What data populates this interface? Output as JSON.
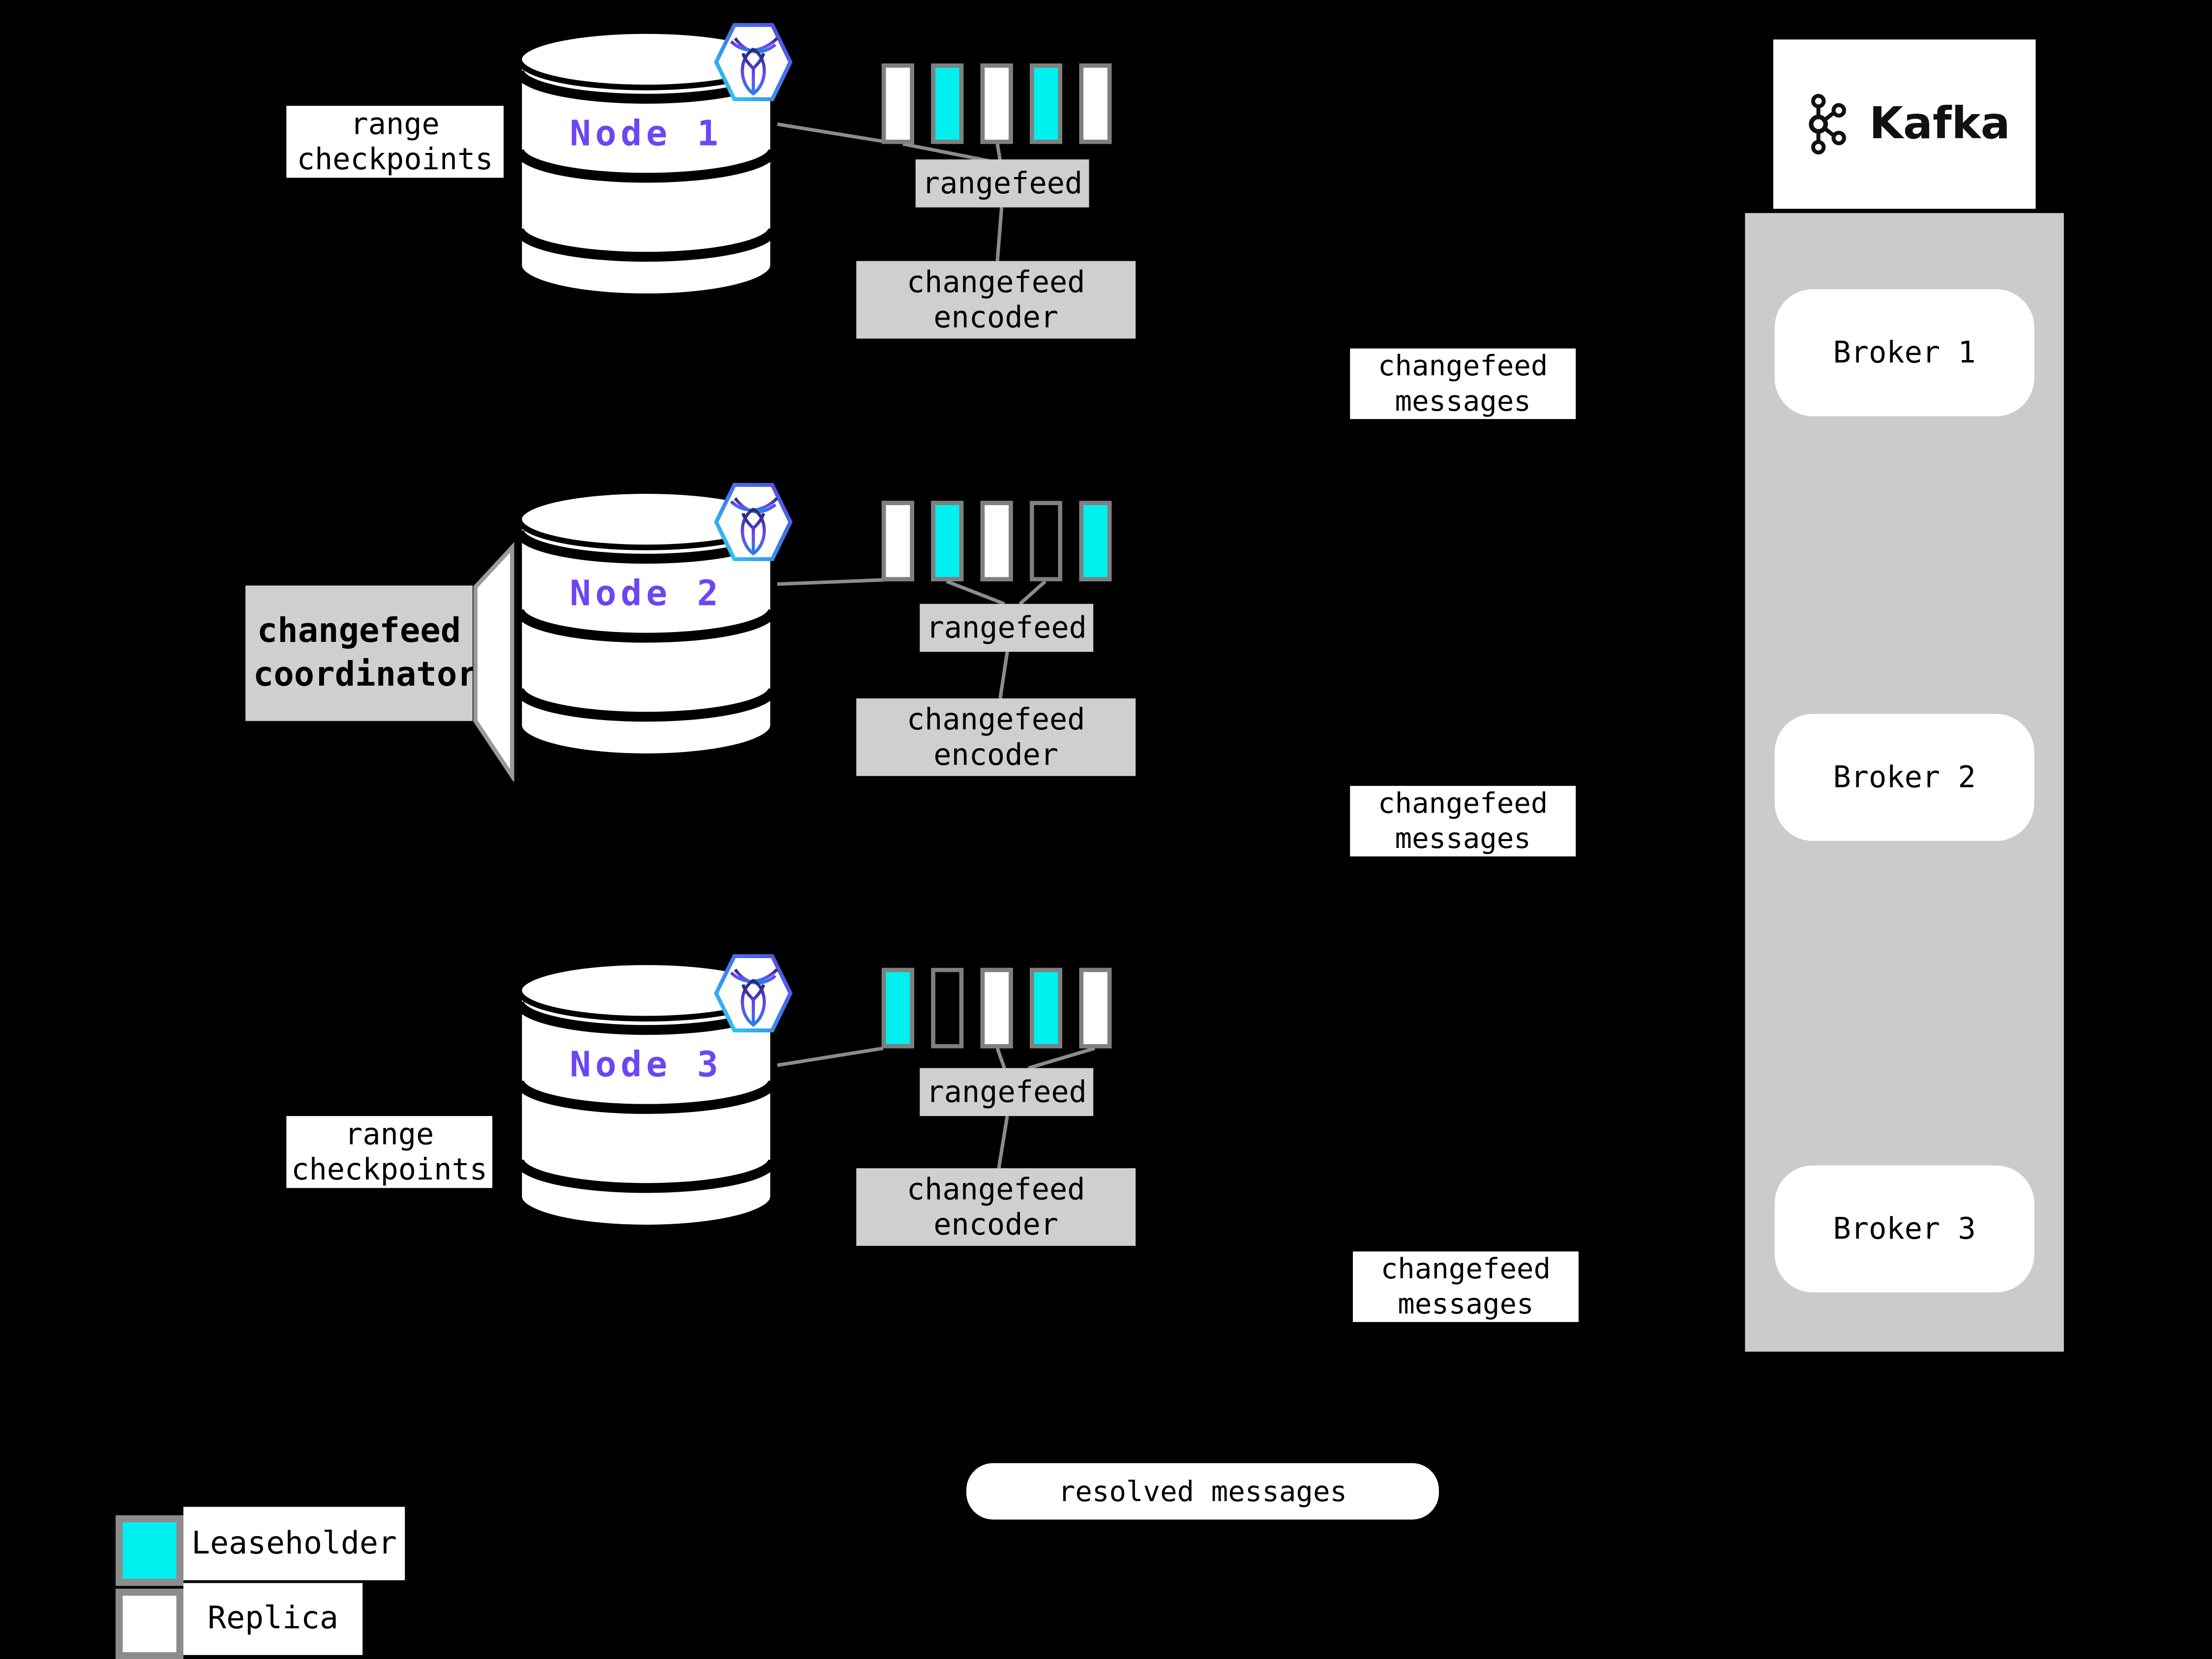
{
  "colors": {
    "background": "#000000",
    "leaseholder": "#00efef",
    "replica": "#ffffff",
    "empty_range": "#000000",
    "box_gray": "#cfcfcf",
    "kafka_container_gray": "#cbcbcb",
    "range_border_gray": "#7f7f7f",
    "connector_gray": "#8c8c8c",
    "node_label_purple": "#6b46f2"
  },
  "nodes": [
    {
      "name": "Node 1",
      "side_label": "range checkpoints",
      "rangefeed_label": "rangefeed",
      "encoder_label": "changefeed encoder",
      "messages_label": "changefeed messages",
      "ranges": [
        "replica",
        "leaseholder",
        "replica",
        "leaseholder",
        "replica"
      ]
    },
    {
      "name": "Node 2",
      "side_label": "changefeed coordinator",
      "rangefeed_label": "rangefeed",
      "encoder_label": "changefeed encoder",
      "messages_label": "changefeed messages",
      "ranges": [
        "replica",
        "leaseholder",
        "replica",
        "empty",
        "leaseholder"
      ]
    },
    {
      "name": "Node 3",
      "side_label": "range checkpoints",
      "rangefeed_label": "rangefeed",
      "encoder_label": "changefeed encoder",
      "messages_label": "changefeed messages",
      "ranges": [
        "leaseholder",
        "empty",
        "replica",
        "leaseholder",
        "replica"
      ]
    }
  ],
  "kafka": {
    "title": "Kafka",
    "brokers": [
      {
        "label": "Broker 1"
      },
      {
        "label": "Broker 2"
      },
      {
        "label": "Broker 3"
      }
    ]
  },
  "resolved_label": "resolved messages",
  "legend": {
    "items": [
      {
        "label": "Leaseholder",
        "color": "#00efef"
      },
      {
        "label": "Replica",
        "color": "#ffffff"
      }
    ]
  }
}
